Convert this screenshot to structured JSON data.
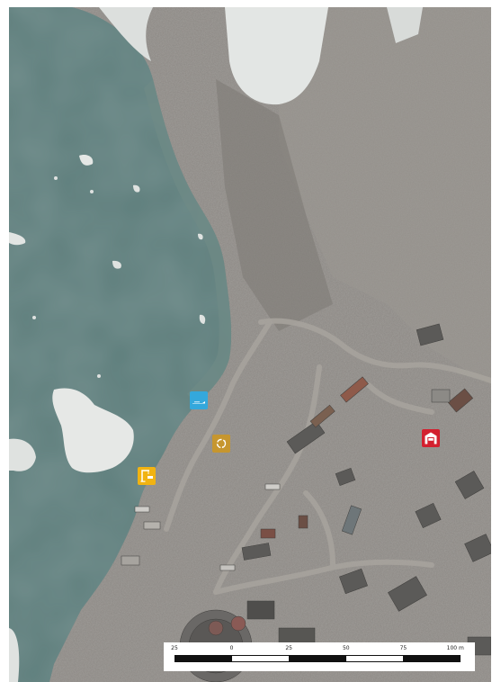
{
  "map": {
    "colors": {
      "water": "#5e7e7c",
      "water_deep": "#4e6d6c",
      "land": "#8a8682",
      "land_light": "#a19d98",
      "ice": "#e6e8e6",
      "road": "#a8a49e"
    },
    "poi_icons": [
      {
        "name": "boat-landing-icon",
        "color": "#34a8dc"
      },
      {
        "name": "recycling-icon",
        "color": "#c6962f"
      },
      {
        "name": "crane-icon",
        "color": "#f1b312"
      },
      {
        "name": "fire-station-icon",
        "color": "#d3202f"
      }
    ]
  },
  "scale_bar": {
    "labels": [
      "25",
      "0",
      "25",
      "50",
      "75",
      "100 m"
    ]
  }
}
